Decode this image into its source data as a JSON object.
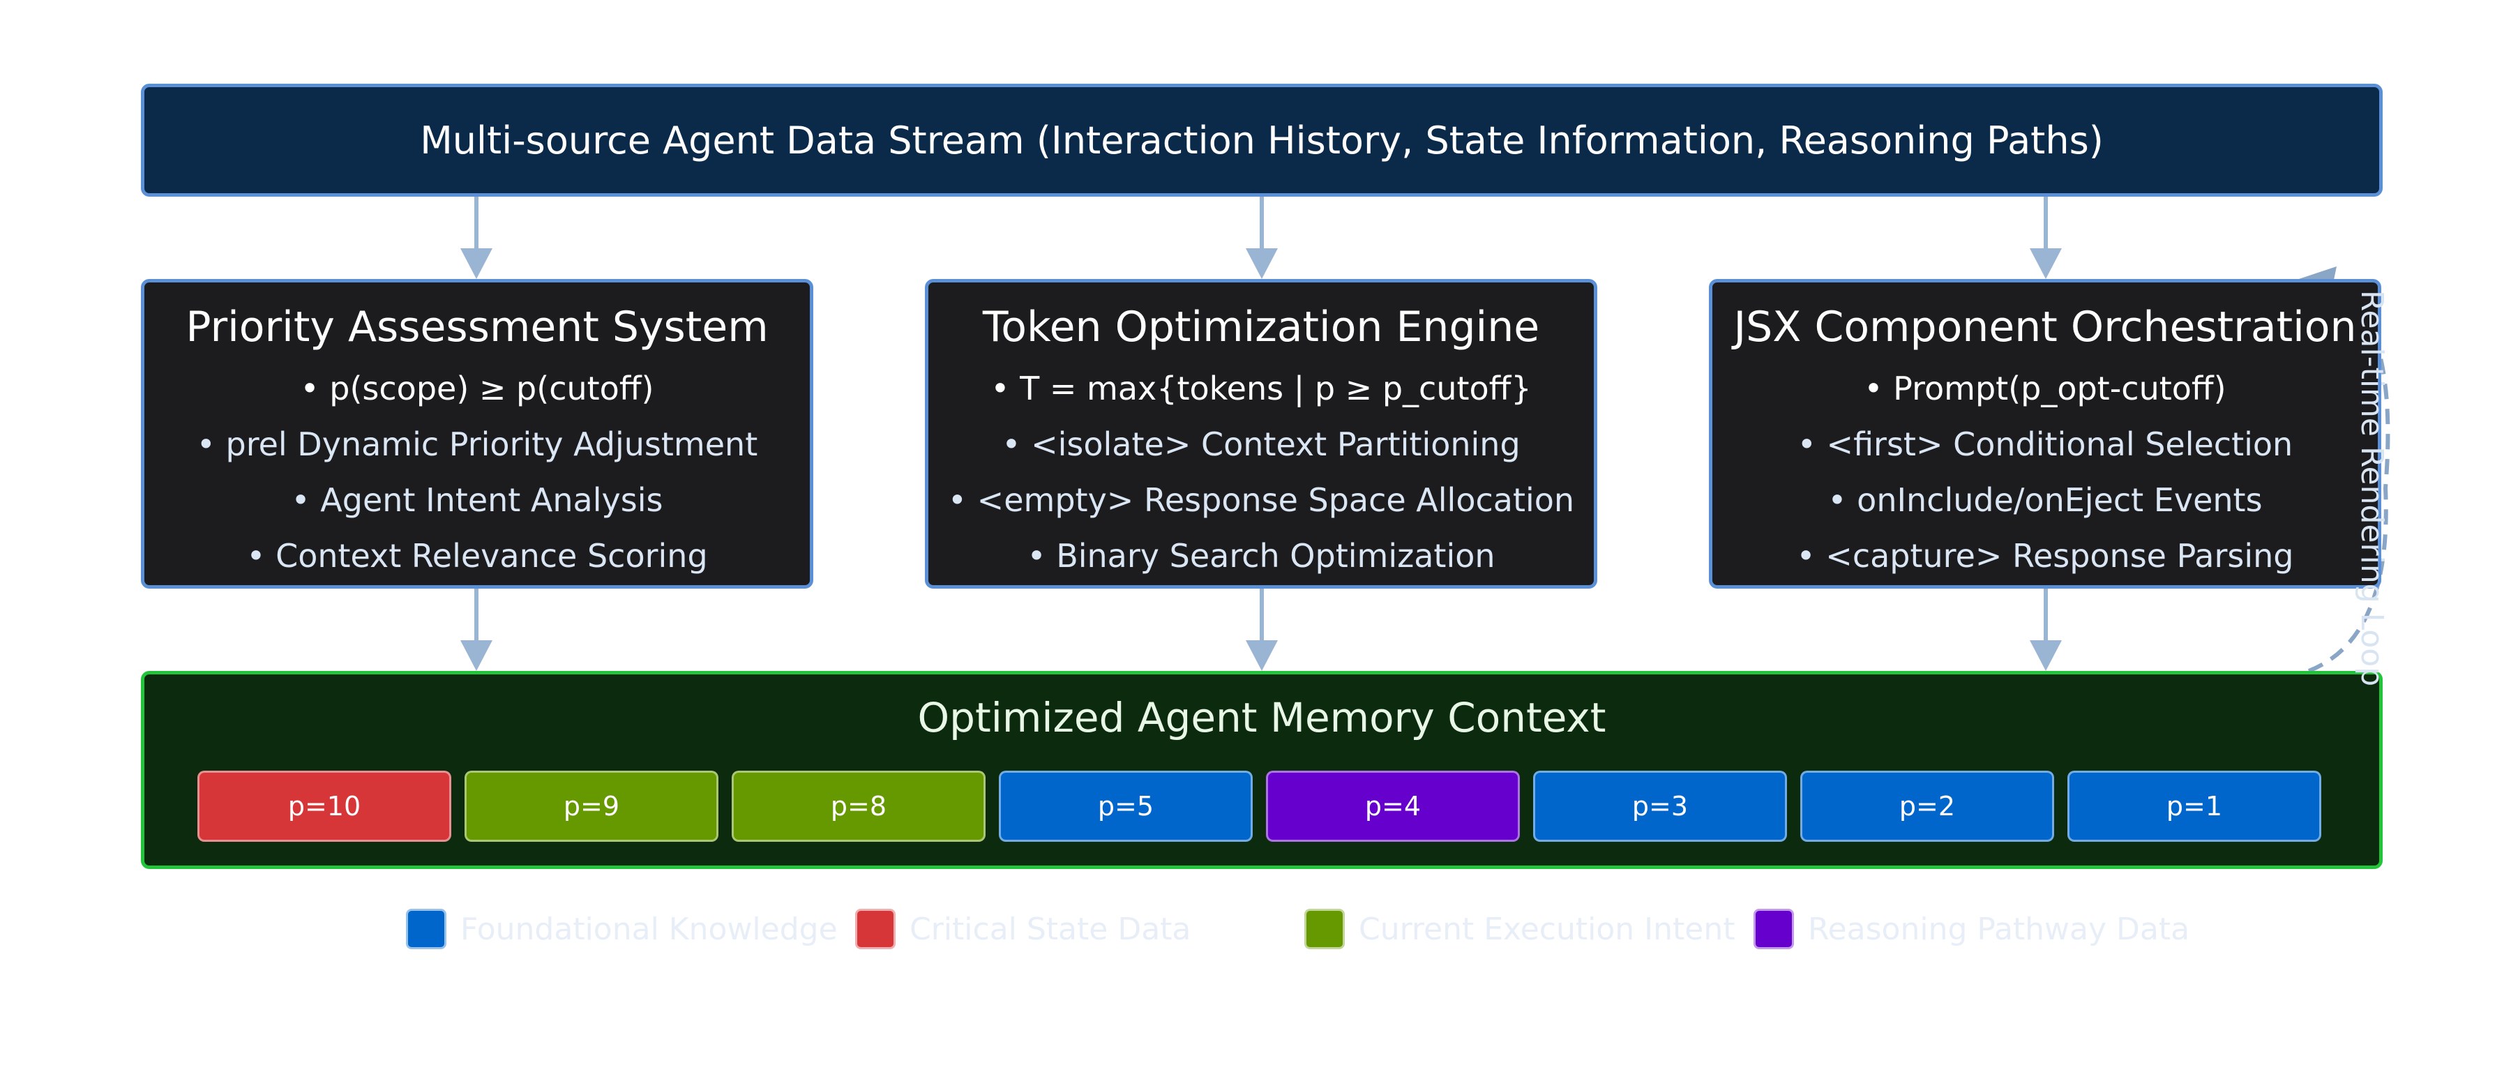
{
  "source": {
    "label": "Multi-source Agent Data Stream (Interaction History, State Information, Reasoning Paths)"
  },
  "modules": [
    {
      "title": "Priority Assessment System",
      "bullets": [
        "• p(scope) ≥ p(cutoff)",
        "• prel Dynamic Priority Adjustment",
        "• Agent Intent Analysis",
        "• Context Relevance Scoring"
      ]
    },
    {
      "title": "Token Optimization Engine",
      "bullets": [
        "• T = max{tokens | p ≥ p_cutoff}",
        "• <isolate> Context Partitioning",
        "• <empty> Response Space Allocation",
        "• Binary Search Optimization"
      ]
    },
    {
      "title": "JSX Component Orchestration",
      "bullets": [
        "• Prompt(p_opt-cutoff)",
        "• <first> Conditional Selection",
        "• onInclude/onEject Events",
        "• <capture> Response Parsing"
      ]
    }
  ],
  "memory": {
    "title": "Optimized Agent Memory Context",
    "slots": [
      {
        "label": "p=10",
        "category": "critical"
      },
      {
        "label": "p=9",
        "category": "intent"
      },
      {
        "label": "p=8",
        "category": "intent"
      },
      {
        "label": "p=5",
        "category": "foundational"
      },
      {
        "label": "p=4",
        "category": "reasoning"
      },
      {
        "label": "p=3",
        "category": "foundational"
      },
      {
        "label": "p=2",
        "category": "foundational"
      },
      {
        "label": "p=1",
        "category": "foundational"
      }
    ]
  },
  "legend": [
    {
      "label": "Foundational Knowledge",
      "category": "foundational"
    },
    {
      "label": "Critical State Data",
      "category": "critical"
    },
    {
      "label": "Current Execution Intent",
      "category": "intent"
    },
    {
      "label": "Reasoning Pathway Data",
      "category": "reasoning"
    }
  ],
  "colors": {
    "foundational": "#0066cc",
    "critical": "#d63638",
    "intent": "#669900",
    "reasoning": "#6600cc",
    "arrow": "#9ab4d4"
  },
  "feedback_loop": {
    "label": "Real-time Rendering Loop"
  }
}
